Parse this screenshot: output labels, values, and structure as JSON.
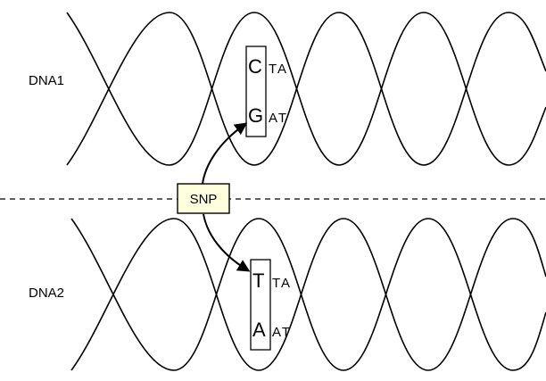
{
  "dna1": {
    "label": "DNA1",
    "top_strand": {
      "snp_base": "C",
      "flank": "TA"
    },
    "bottom_strand": {
      "snp_base": "G",
      "flank": "AT"
    }
  },
  "dna2": {
    "label": "DNA2",
    "top_strand": {
      "snp_base": "T",
      "flank": "TA"
    },
    "bottom_strand": {
      "snp_base": "A",
      "flank": "AT"
    }
  },
  "snp_label": "SNP"
}
